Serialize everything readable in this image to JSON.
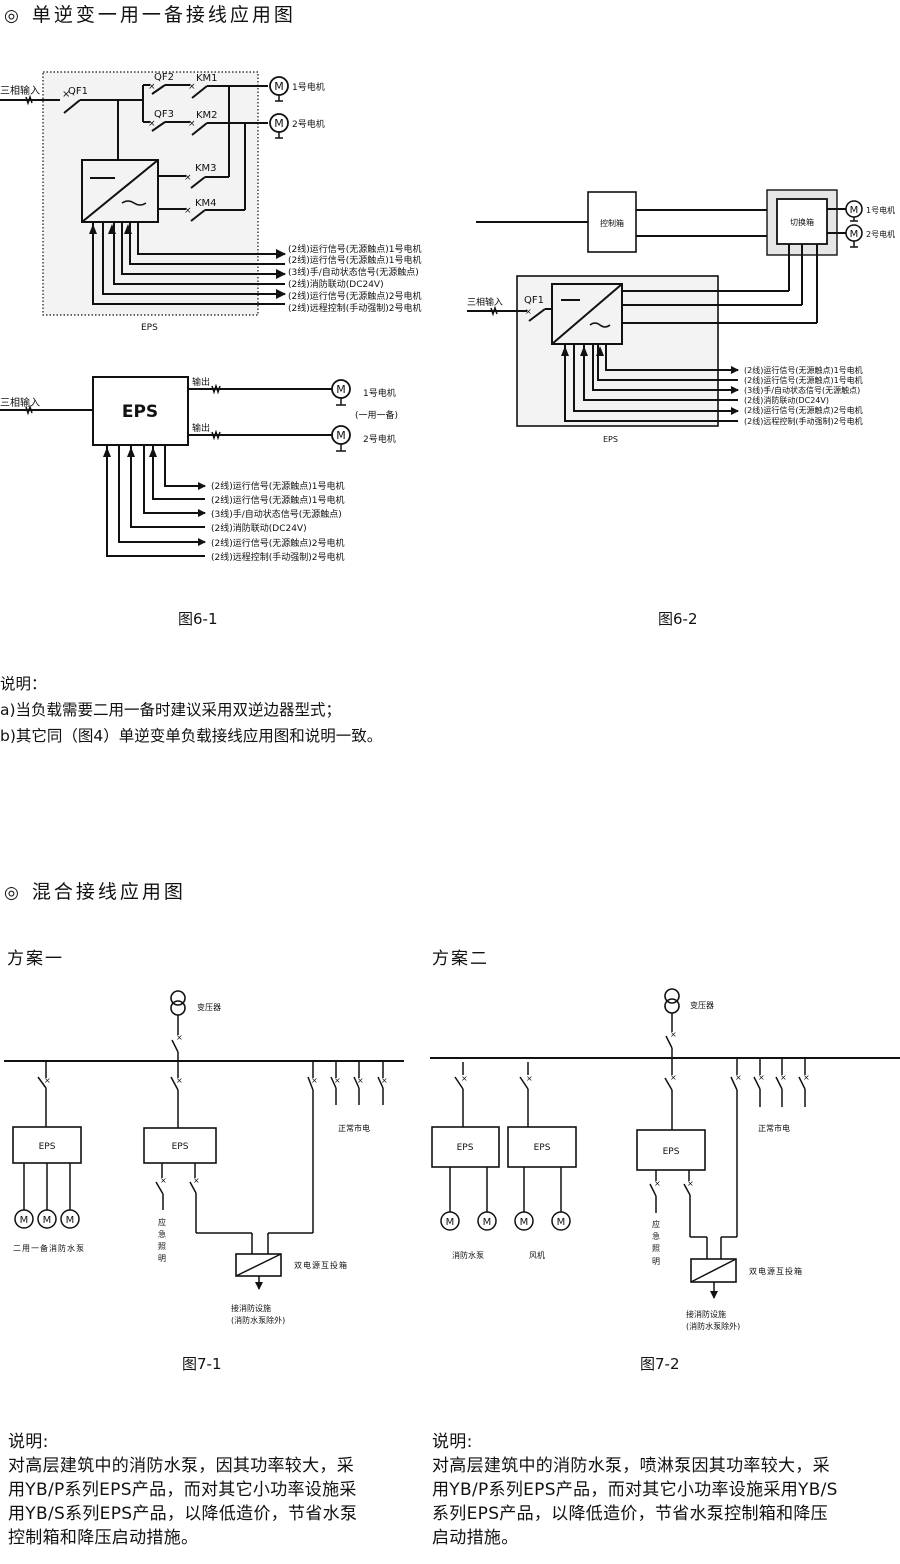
{
  "section1": {
    "title": "单逆变一用一备接线应用图",
    "mark": "◎"
  },
  "fig61a": {
    "input": "三相输入",
    "qf1": "QF1",
    "qf2": "QF2",
    "qf3": "QF3",
    "km1": "KM1",
    "km2": "KM2",
    "km3": "KM3",
    "km4": "KM4",
    "motor1": "1号电机",
    "motor2": "2号电机",
    "motor_symbol": "M",
    "eps_label": "EPS",
    "signals": [
      "(2线)运行信号(无源触点)1号电机",
      "(2线)运行信号(无源触点)1号电机",
      "(3线)手/自动状态信号(无源触点)",
      "(2线)消防联动(DC24V)",
      "(2线)运行信号(无源触点)2号电机",
      "(2线)远程控制(手动强制)2号电机"
    ]
  },
  "fig61b": {
    "input": "三相输入",
    "eps": "EPS",
    "output1": "输出",
    "output2": "输出",
    "motor1": "1号电机",
    "motor2": "2号电机",
    "backup": "(一用一备)",
    "motor_symbol": "M",
    "signals": [
      "(2线)运行信号(无源触点)1号电机",
      "(2线)运行信号(无源触点)1号电机",
      "(3线)手/自动状态信号(无源触点)",
      "(2线)消防联动(DC24V)",
      "(2线)运行信号(无源触点)2号电机",
      "(2线)远程控制(手动强制)2号电机"
    ]
  },
  "fig62": {
    "control_box": "控制箱",
    "switch_box": "切换箱",
    "motor1": "1号电机",
    "motor2": "2号电机",
    "motor_symbol": "M",
    "input": "三相输入",
    "qf1": "QF1",
    "eps_label": "EPS",
    "signals": [
      "(2线)运行信号(无源触点)1号电机",
      "(2线)运行信号(无源触点)1号电机",
      "(3线)手/自动状态信号(无源触点)",
      "(2线)消防联动(DC24V)",
      "(2线)运行信号(无源触点)2号电机",
      "(2线)远程控制(手动强制)2号电机"
    ]
  },
  "captions": {
    "fig61": "图6-1",
    "fig62": "图6-2",
    "fig71": "图7-1",
    "fig72": "图7-2"
  },
  "notes1": {
    "heading": "说明：",
    "lines": [
      "a)当负载需要二用一备时建议采用双逆边器型式；",
      "b)其它同（图4）单逆变单负载接线应用图和说明一致。"
    ]
  },
  "section2": {
    "title": "混合接线应用图",
    "mark": "◎"
  },
  "plan1": {
    "title": "方案一",
    "transformer": "变压器",
    "mains": "正常市电",
    "eps1": "EPS",
    "eps2": "EPS",
    "motor_symbol": "M",
    "pumps": "二用一备消防水泵",
    "lighting": [
      "应",
      "急",
      "照",
      "明"
    ],
    "ats": "双电源互投箱",
    "fire_out": [
      "接消防设施",
      "(消防水泵除外)"
    ]
  },
  "plan2": {
    "title": "方案二",
    "transformer": "变压器",
    "mains": "正常市电",
    "eps1": "EPS",
    "eps2": "EPS",
    "eps3": "EPS",
    "motor_symbol": "M",
    "pumps": "消防水泵",
    "fans": "风机",
    "lighting": [
      "应",
      "急",
      "照",
      "明"
    ],
    "ats": "双电源互投箱",
    "fire_out": [
      "接消防设施",
      "(消防水泵除外)"
    ]
  },
  "notes71": {
    "heading": "说明:",
    "lines": [
      "对高层建筑中的消防水泵，因其功率较大，采",
      "用YB/P系列EPS产品，而对其它小功率设施采",
      "用YB/S系列EPS产品，以降低造价，节省水泵",
      "控制箱和降压启动措施。"
    ]
  },
  "notes72": {
    "heading": "说明:",
    "lines": [
      "对高层建筑中的消防水泵，喷淋泵因其功率较大，采",
      "用YB/P系列EPS产品，而对其它小功率设施采用YB/S",
      "系列EPS产品，以降低造价，节省水泵控制箱和降压",
      "启动措施。"
    ]
  }
}
